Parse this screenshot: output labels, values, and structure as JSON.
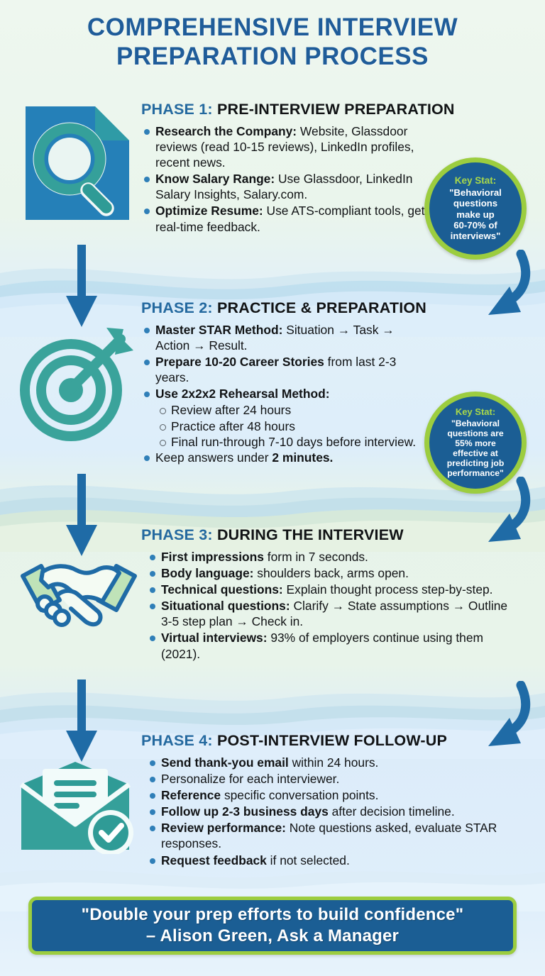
{
  "title": "COMPREHENSIVE INTERVIEW PREPARATION PROCESS",
  "title_line1": "COMPREHENSIVE INTERVIEW",
  "title_line2": "PREPARATION PROCESS",
  "colors": {
    "heading_blue": "#1f5c99",
    "phase_prefix_blue": "#24699f",
    "bullet_blue": "#2f7fb8",
    "badge_navy": "#1b5e94",
    "badge_green_border": "#9ccd3f",
    "badge_label_green": "#a8d84a",
    "arrow_blue": "#1f6ba6",
    "icon_teal": "#35a09a",
    "icon_blue": "#2580b8",
    "banner_navy": "#1b5e94",
    "banner_border_green": "#9ccd3f",
    "bg_green": "#eaf5ec",
    "bg_blue": "#ddeefa"
  },
  "phases": [
    {
      "prefix": "PHASE 1:",
      "heading": "PRE-INTERVIEW PREPARATION",
      "icon": "document-search-icon",
      "bullets": [
        {
          "bold": "Research the Company:",
          "text": " Website, Glassdoor reviews (read 10-15 reviews), LinkedIn profiles, recent news."
        },
        {
          "bold": "Know Salary Range:",
          "text": " Use Glassdoor, LinkedIn Salary Insights, Salary.com."
        },
        {
          "bold": "Optimize Resume:",
          "text": " Use ATS-compliant tools, get real-time feedback."
        }
      ]
    },
    {
      "prefix": "PHASE 2:",
      "heading": "PRACTICE & PREPARATION",
      "icon": "target-arrow-icon",
      "bullets": [
        {
          "bold": "Master STAR Method:",
          "text": " Situation → Task → Action → Result."
        },
        {
          "bold": "Prepare 10-20 Career Stories",
          "text": " from last 2-3 years."
        },
        {
          "bold": "Use 2x2x2 Rehearsal Method:",
          "text": ""
        }
      ],
      "subbullets": [
        "Review after 24 hours",
        "Practice after 48 hours",
        "Final run-through 7-10 days before interview."
      ],
      "last_bullet": {
        "bold_tail": "2 minutes.",
        "text": "Keep answers under "
      }
    },
    {
      "prefix": "PHASE 3:",
      "heading": "DURING THE INTERVIEW",
      "icon": "handshake-icon",
      "bullets": [
        {
          "bold": "First impressions",
          "text": " form in 7 seconds."
        },
        {
          "bold": "Body language:",
          "text": " shoulders back, arms open."
        },
        {
          "bold": "Technical questions:",
          "text": " Explain thought process step-by-step."
        },
        {
          "bold": "Situational questions:",
          "text": " Clarify → State assumptions → Outline 3-5 step plan → Check in."
        },
        {
          "bold": "Virtual interviews:",
          "text": " 93% of employers continue using them (2021)."
        }
      ]
    },
    {
      "prefix": "PHASE 4:",
      "heading": "POST-INTERVIEW FOLLOW-UP",
      "icon": "envelope-check-icon",
      "bullets": [
        {
          "bold": "Send thank-you email",
          "text": " within 24 hours."
        },
        {
          "bold": "",
          "text": "Personalize for each interviewer."
        },
        {
          "bold": "Reference",
          "text": " specific conversation points."
        },
        {
          "bold": "Follow up 2-3 business days",
          "text": " after decision timeline."
        },
        {
          "bold": "Review performance:",
          "text": " Note questions asked, evaluate STAR responses."
        },
        {
          "bold": "Request feedback",
          "text": " if not selected."
        }
      ]
    }
  ],
  "key_stats": [
    {
      "label": "Key Stat:",
      "text": "\"Behavioral questions make up 60-70% of interviews\"",
      "lines": [
        "\"Behavioral",
        "questions",
        "make up",
        "60-70% of",
        "interviews\""
      ]
    },
    {
      "label": "Key Stat:",
      "text": "\"Behavioral questions are 55% more effective at predicting job performance\"",
      "lines": [
        "\"Behavioral",
        "questions are",
        "55% more",
        "effective at",
        "predicting job",
        "performance\""
      ]
    }
  ],
  "banner": {
    "quote": "\"Double your prep efforts to build confidence\"",
    "attribution": "– Alison Green, Ask a Manager"
  }
}
